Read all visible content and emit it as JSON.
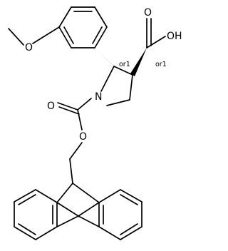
{
  "structure": {
    "atoms": {
      "oh": "OH",
      "carbonyl_o_acid": "O",
      "n": "N",
      "carbonyl_o_carbamate": "O",
      "ester_o": "O",
      "ether_o": "O"
    },
    "stereo_labels": [
      "or1",
      "or1"
    ]
  }
}
